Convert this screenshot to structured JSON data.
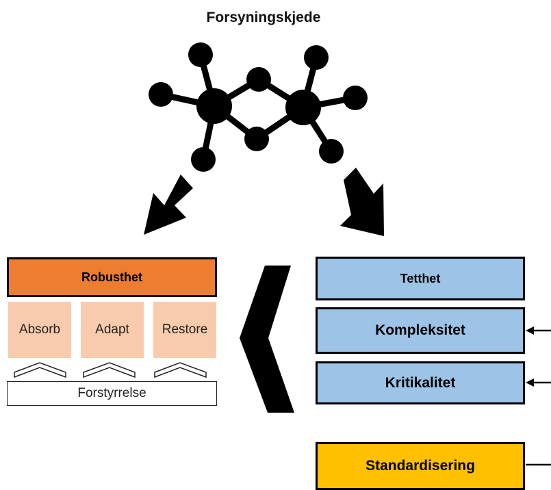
{
  "title": "Forsyningskjede",
  "robustness": {
    "label": "Robusthet",
    "capabilities": [
      "Absorb",
      "Adapt",
      "Restore"
    ],
    "disturbance": "Forstyrrelse"
  },
  "factors": {
    "tightness": "Tetthet",
    "complexity": "Kompleksitet",
    "criticality": "Kritikalitet",
    "standardization": "Standardisering"
  },
  "colors": {
    "robustness": "#ed7d31",
    "capability": "#f8cbad",
    "factor": "#9dc3e6",
    "standardization": "#ffc000"
  }
}
